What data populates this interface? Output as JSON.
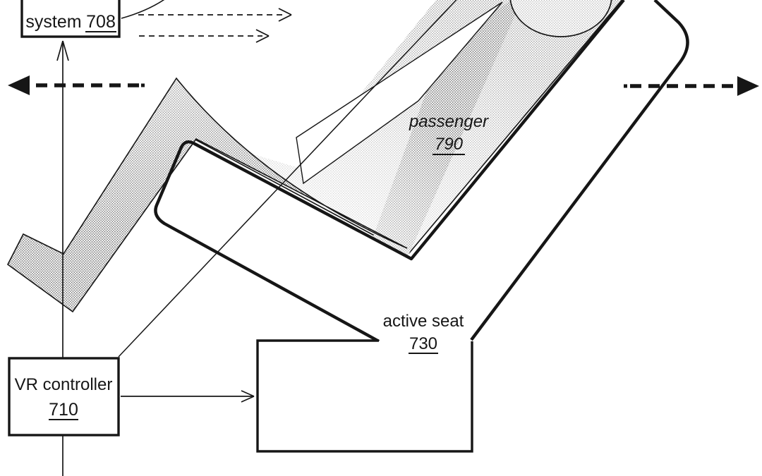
{
  "figure": {
    "background": "#ffffff",
    "line_color": "#161616",
    "boxes": {
      "system": {
        "label": "system",
        "ref": "708"
      },
      "vr_controller": {
        "label": "VR controller",
        "ref": "710"
      },
      "active_seat": {
        "label": "active seat",
        "ref": "730"
      }
    },
    "passenger": {
      "label": "passenger",
      "ref": "790"
    },
    "shading": {
      "halftone_light": "#b2b2b2",
      "halftone_mid": "#8f8f8f",
      "halftone_dark": "#6e6e6e"
    }
  }
}
